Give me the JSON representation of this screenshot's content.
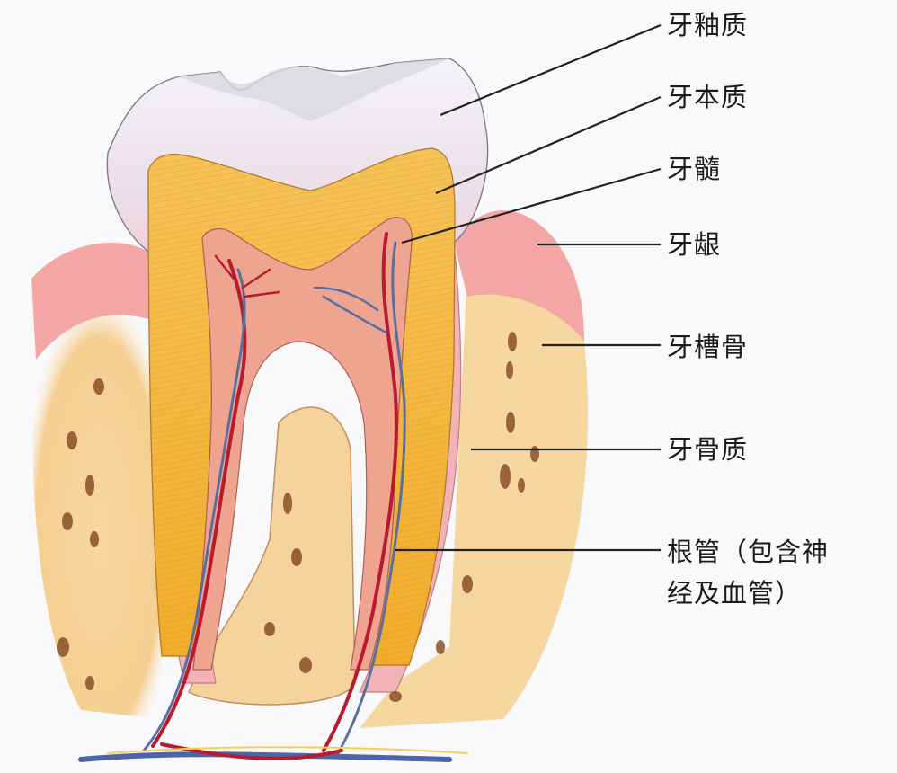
{
  "diagram": {
    "subject": "Tooth cross-section anatomy",
    "labels": [
      {
        "id": "enamel",
        "text": "牙釉质"
      },
      {
        "id": "dentin",
        "text": "牙本质"
      },
      {
        "id": "pulp",
        "text": "牙髓"
      },
      {
        "id": "gum",
        "text": "牙龈"
      },
      {
        "id": "alveolar-bone",
        "text": "牙槽骨"
      },
      {
        "id": "cementum",
        "text": "牙骨质"
      },
      {
        "id": "root-canal",
        "text": "根管（包含神",
        "text_line2": "经及血管）"
      }
    ],
    "colors": {
      "enamel": "#ececf2",
      "dentin": "#f3b63c",
      "pulp": "#eea48f",
      "gum": "#f2a3a6",
      "bone": "#f6d79f",
      "bone_spots": "#8a4f2a",
      "artery": "#b81a2e",
      "vein": "#5a6fa0",
      "leader_line": "#222222"
    }
  }
}
